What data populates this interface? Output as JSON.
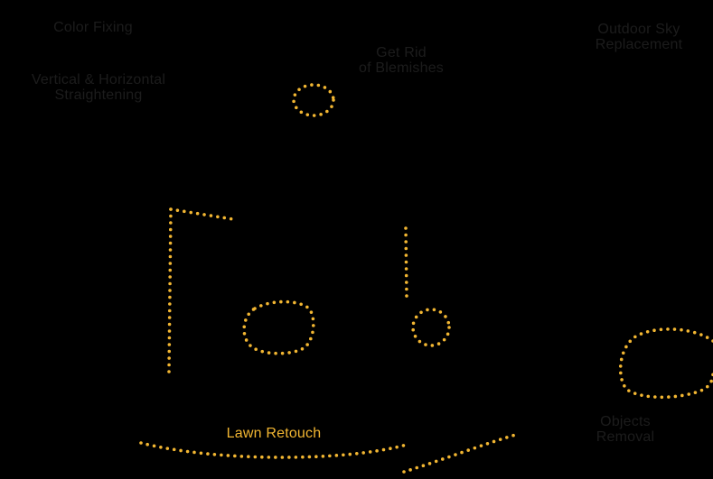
{
  "labels": {
    "color_fixing": "Color Fixing",
    "straightening": [
      "Vertical & Horizontal",
      "Straightening"
    ],
    "blemishes": [
      "Get Rid",
      "of Blemishes"
    ],
    "sky": [
      "Outdoor Sky",
      "Replacement"
    ],
    "lawn": "Lawn Retouch",
    "objects": [
      "Objects",
      "Removal"
    ]
  },
  "colors": {
    "background": "#000000",
    "accent": "#f2b632",
    "label_dim": "#1c1c1c"
  }
}
